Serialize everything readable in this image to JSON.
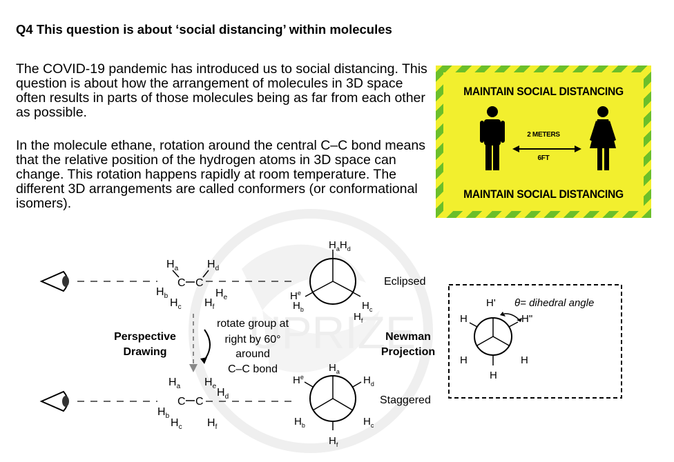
{
  "question": {
    "title": "Q4 This question is about ‘social distancing’ within molecules",
    "paragraph1": "The COVID-19 pandemic has introduced us to social distancing. This question is about how the arrangement of molecules in 3D space often results in parts of those molecules being as far from each other as possible.",
    "paragraph2": "In the molecule ethane, rotation around the central C–C bond means that the relative position of the hydrogen atoms in 3D space can change. This rotation happens rapidly at room temperature. The different 3D arrangements are called conformers (or conformational isomers)."
  },
  "sign": {
    "top_text": "MAINTAIN SOCIAL DISTANCING",
    "bottom_text": "MAINTAIN SOCIAL DISTANCING",
    "distance_top": "2 METERS",
    "distance_bottom": "6FT",
    "colors": {
      "stripe_green": "#6bbf2a",
      "stripe_yellow": "#f2ef2e"
    }
  },
  "watermark": {
    "text": "UPRIZE"
  },
  "diagram": {
    "perspective_label_1": "Perspective",
    "perspective_label_2": "Drawing",
    "rotate_line1": "rotate group at",
    "rotate_line2": "right by 60°",
    "rotate_line3": "around",
    "rotate_line4": "C–C bond",
    "newman_label_1": "Newman",
    "newman_label_2": "Projection",
    "eclipsed": "Eclipsed",
    "staggered": "Staggered",
    "dihedral_label": "θ= dihedral angle",
    "atoms": {
      "C": "C",
      "H": "H",
      "H_prime": "H'",
      "H_double_prime": "H\"",
      "sub_a": "a",
      "sub_b": "b",
      "sub_c": "c",
      "sub_d": "d",
      "sub_e": "e",
      "sub_f": "f"
    }
  }
}
